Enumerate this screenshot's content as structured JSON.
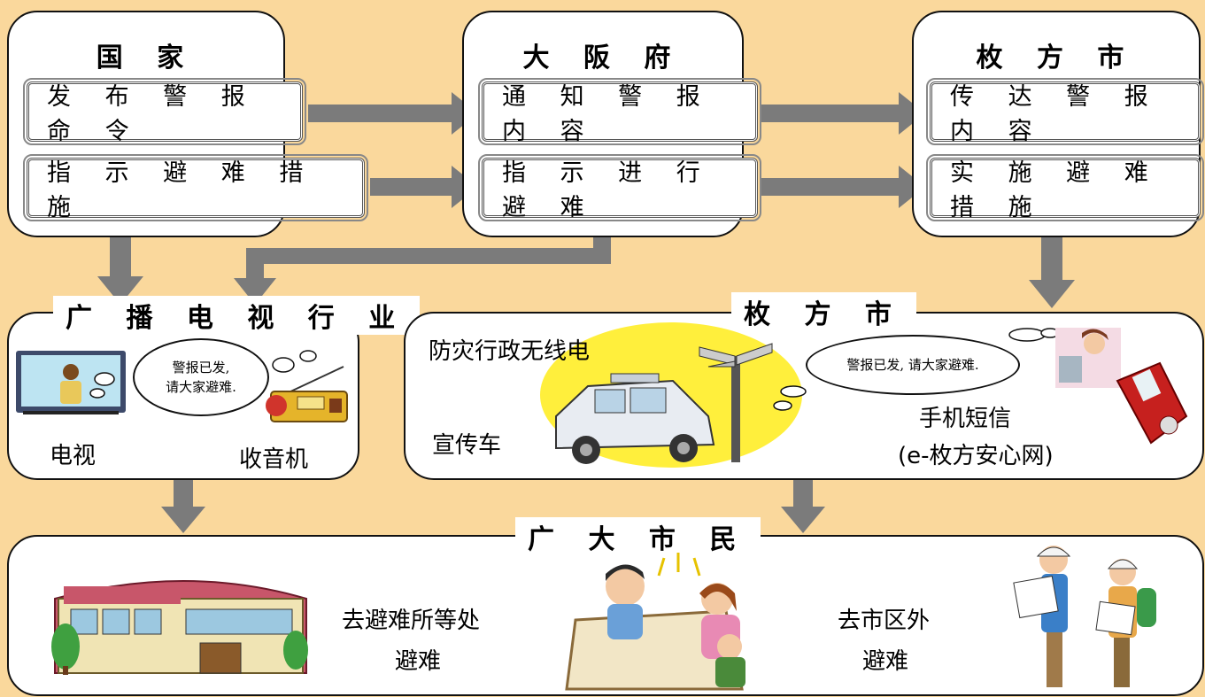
{
  "top_boxes": [
    {
      "title": "国 家",
      "items": [
        "发 布 警 报 命 令",
        "指 示 避 难 措 施"
      ]
    },
    {
      "title": "大 阪 府",
      "items": [
        "通 知 警 报 内 容",
        "指 示 进 行 避 难"
      ]
    },
    {
      "title": "枚 方 市",
      "items": [
        "传 达 警 报 内 容",
        "实 施 避 难 措 施"
      ]
    }
  ],
  "broadcast": {
    "title": "广 播 电 视 行 业",
    "bubble": "警报已发,\n请大家避难.",
    "tv_label": "电视",
    "radio_label": "收音机"
  },
  "city": {
    "title": "枚 方 市",
    "wireless_label": "防灾行政无线电",
    "car_label": "宣传车",
    "bubble": "警报已发, 请大家避难.",
    "mobile_label": "手机短信",
    "mobile_sub": "(e-枚方安心网)"
  },
  "citizens": {
    "title": "广 大 市 民",
    "shelter_line1": "去避难所等处",
    "shelter_line2": "避难",
    "outside_line1": "去市区外",
    "outside_line2": "避难"
  },
  "colors": {
    "background": "#fad89c",
    "arrow": "#7a7a7a",
    "box": "#ffffff"
  }
}
